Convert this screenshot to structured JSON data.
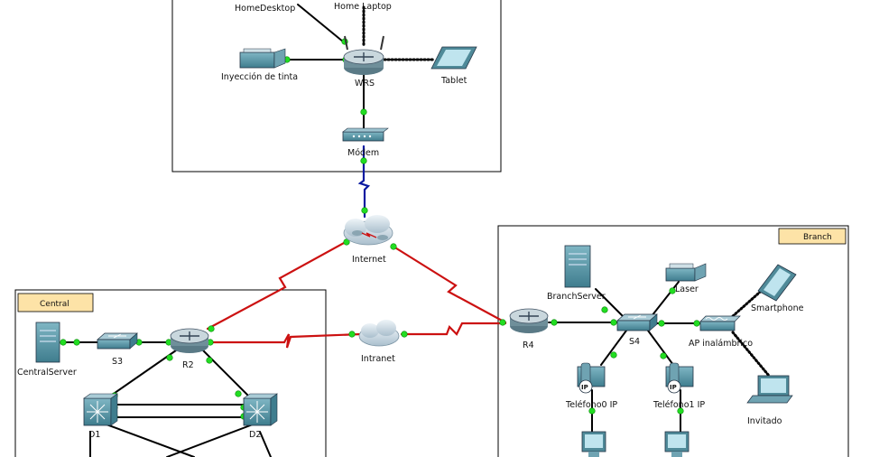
{
  "zones": {
    "central": "Central",
    "branch": "Branch"
  },
  "devices": {
    "home_desktop": "HomeDesktop",
    "home_laptop": "Home Laptop",
    "printer": "Inyección de tinta",
    "wrs": "WRS",
    "tablet": "Tablet",
    "modem": "Módem",
    "internet": "Internet",
    "intranet": "Intranet",
    "central_server": "CentralServer",
    "s3": "S3",
    "r2": "R2",
    "d1": "D1",
    "d2": "D2",
    "r4": "R4",
    "branch_server": "BranchServer",
    "laser": "Laser",
    "s4": "S4",
    "ap": "AP inalámbrico",
    "smartphone": "Smartphone",
    "guest": "Invitado",
    "phone0": "Teléfono0 IP",
    "phone1": "Teléfono1 IP"
  },
  "colors": {
    "ethernet": "#000000",
    "serial": "#cc1111",
    "coax": "#0a1aa0",
    "link_light": "#22dd22",
    "zone_tag": "#fde3a7",
    "device_teal": "#4d8fa0"
  },
  "icon_names": {
    "router": "router-icon",
    "switch": "switch-icon",
    "multilayer_switch": "multilayer-switch-icon",
    "server": "server-icon",
    "cloud": "cloud-icon",
    "ip_phone": "ip-phone-icon",
    "pc": "pc-icon",
    "laptop": "laptop-icon",
    "tablet": "tablet-icon",
    "printer": "printer-icon",
    "modem": "modem-icon",
    "wireless_ap": "wireless-ap-icon"
  }
}
